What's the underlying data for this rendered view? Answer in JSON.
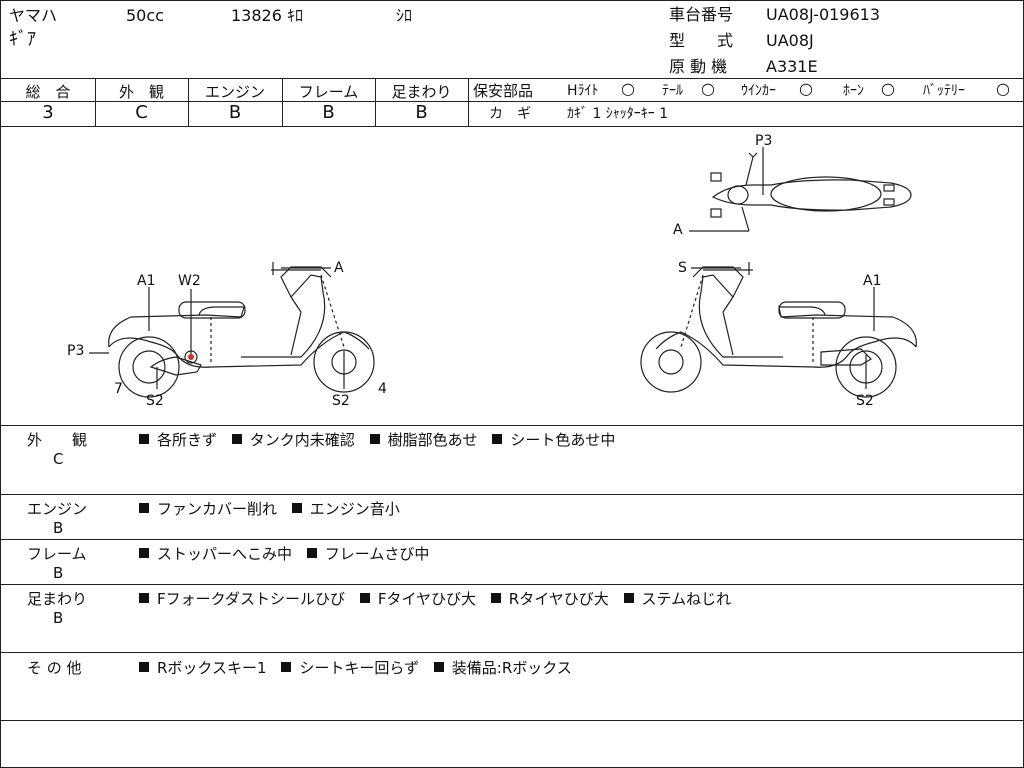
{
  "header": {
    "maker": "ヤマハ",
    "displacement": "50cc",
    "mileage": "13826 ｷﾛ",
    "color": "ｼﾛ",
    "model_name": "ｷﾞｱ",
    "chassis_label": "車台番号",
    "chassis_value": "UA08J-019613",
    "type_label": "型　　式",
    "type_value": "UA08J",
    "engine_label": "原 動 機",
    "engine_value": "A331E"
  },
  "grades": {
    "overall_label": "総　合",
    "overall_value": "3",
    "exterior_label": "外　観",
    "exterior_value": "C",
    "engine_label": "エンジン",
    "engine_value": "B",
    "frame_label": "フレーム",
    "frame_value": "B",
    "suspension_label": "足まわり",
    "suspension_value": "B"
  },
  "safety": {
    "label": "保安部品",
    "headlight": "Hﾗｲﾄ",
    "tail": "ﾃｰﾙ",
    "winker": "ｳｲﾝｶｰ",
    "horn": "ﾎｰﾝ",
    "battery": "ﾊﾞｯﾃﾘｰ",
    "ok_mark": "○",
    "key_label": "カ　ギ",
    "key_value": "ｶｷﾞ 1 ｼｬｯﾀｰｷｰ 1"
  },
  "diagram_marks": {
    "top_p3": "P3",
    "top_a": "A",
    "left_a1": "A1",
    "left_w2": "W2",
    "left_a": "A",
    "left_p3": "P3",
    "left_7": "7",
    "left_s2a": "S2",
    "left_s2b": "S2",
    "left_4": "4",
    "right_s": "S",
    "right_a1": "A1",
    "right_s2": "S2"
  },
  "remarks": [
    {
      "label": "外　　観",
      "grade": "C",
      "items": [
        "各所きず",
        "タンク内未確認",
        "樹脂部色あせ",
        "シート色あせ中"
      ]
    },
    {
      "label": "エンジン",
      "grade": "B",
      "items": [
        "ファンカバー削れ",
        "エンジン音小"
      ]
    },
    {
      "label": "フレーム",
      "grade": "B",
      "items": [
        "ストッパーへこみ中",
        "フレームさび中"
      ]
    },
    {
      "label": "足まわり",
      "grade": "B",
      "items": [
        "Fフォークダストシールひび",
        "Fタイヤひび大",
        "Rタイヤひび大",
        "ステムねじれ"
      ]
    },
    {
      "label": "そ の 他",
      "grade": "",
      "items": [
        "Rボックスキー1",
        "シートキー回らず",
        "装備品:Rボックス"
      ]
    }
  ]
}
